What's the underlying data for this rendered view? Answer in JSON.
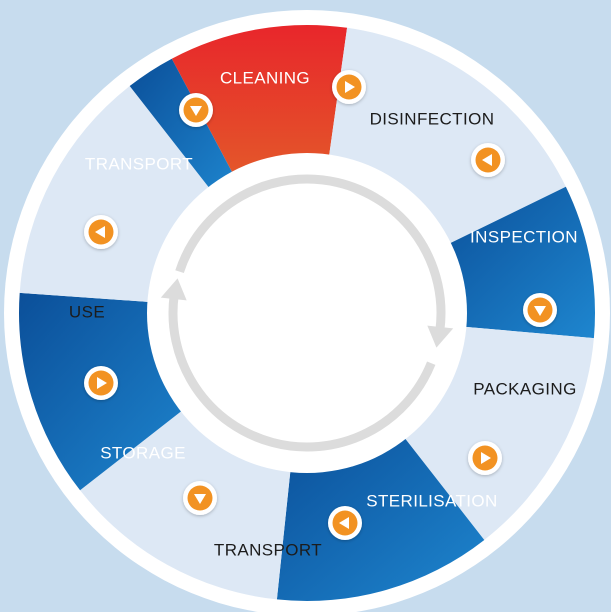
{
  "colors": {
    "background": "#c7dcee",
    "ring_outer": "#ffffff",
    "segment_light": "#dde8f5",
    "segment_blue_dark": "#0b4f99",
    "segment_blue_light": "#1e86cf",
    "segment_red_top": "#e8262b",
    "segment_red_bottom": "#e35a2a",
    "label_on_light": "#1c1c1c",
    "label_on_dark": "#ffffff",
    "arrow_fill": "#f29222",
    "arrow_ring": "#ffffff",
    "cycle_arrow": "#dcdcdc"
  },
  "cycle": {
    "direction": "clockwise",
    "steps": [
      {
        "id": "cleaning",
        "label": "CLEANING",
        "style": "red"
      },
      {
        "id": "disinfection",
        "label": "DISINFECTION",
        "style": "light"
      },
      {
        "id": "inspection",
        "label": "INSPECTION",
        "style": "blue"
      },
      {
        "id": "packaging",
        "label": "PACKAGING",
        "style": "light"
      },
      {
        "id": "sterilisation",
        "label": "STERILISATION",
        "style": "blue"
      },
      {
        "id": "transport-lower",
        "label": "TRANSPORT",
        "style": "light"
      },
      {
        "id": "storage",
        "label": "STORAGE",
        "style": "blue"
      },
      {
        "id": "use",
        "label": "USE",
        "style": "light"
      },
      {
        "id": "transport-upper",
        "label": "TRANSPORT",
        "style": "blue"
      }
    ]
  },
  "connectors": [
    {
      "between": "cleaning-disinfection",
      "icon": "arrow-right-icon"
    },
    {
      "between": "disinfection-inspection",
      "icon": "arrow-left-icon"
    },
    {
      "between": "inspection-packaging",
      "icon": "arrow-down-icon"
    },
    {
      "between": "packaging-sterilisation",
      "icon": "arrow-right-icon"
    },
    {
      "between": "sterilisation-transport",
      "icon": "arrow-left-icon"
    },
    {
      "between": "transport-storage",
      "icon": "arrow-down-icon"
    },
    {
      "between": "storage-use",
      "icon": "arrow-right-icon"
    },
    {
      "between": "use-transport",
      "icon": "arrow-left-icon"
    },
    {
      "between": "transport-cleaning",
      "icon": "arrow-down-icon"
    }
  ]
}
